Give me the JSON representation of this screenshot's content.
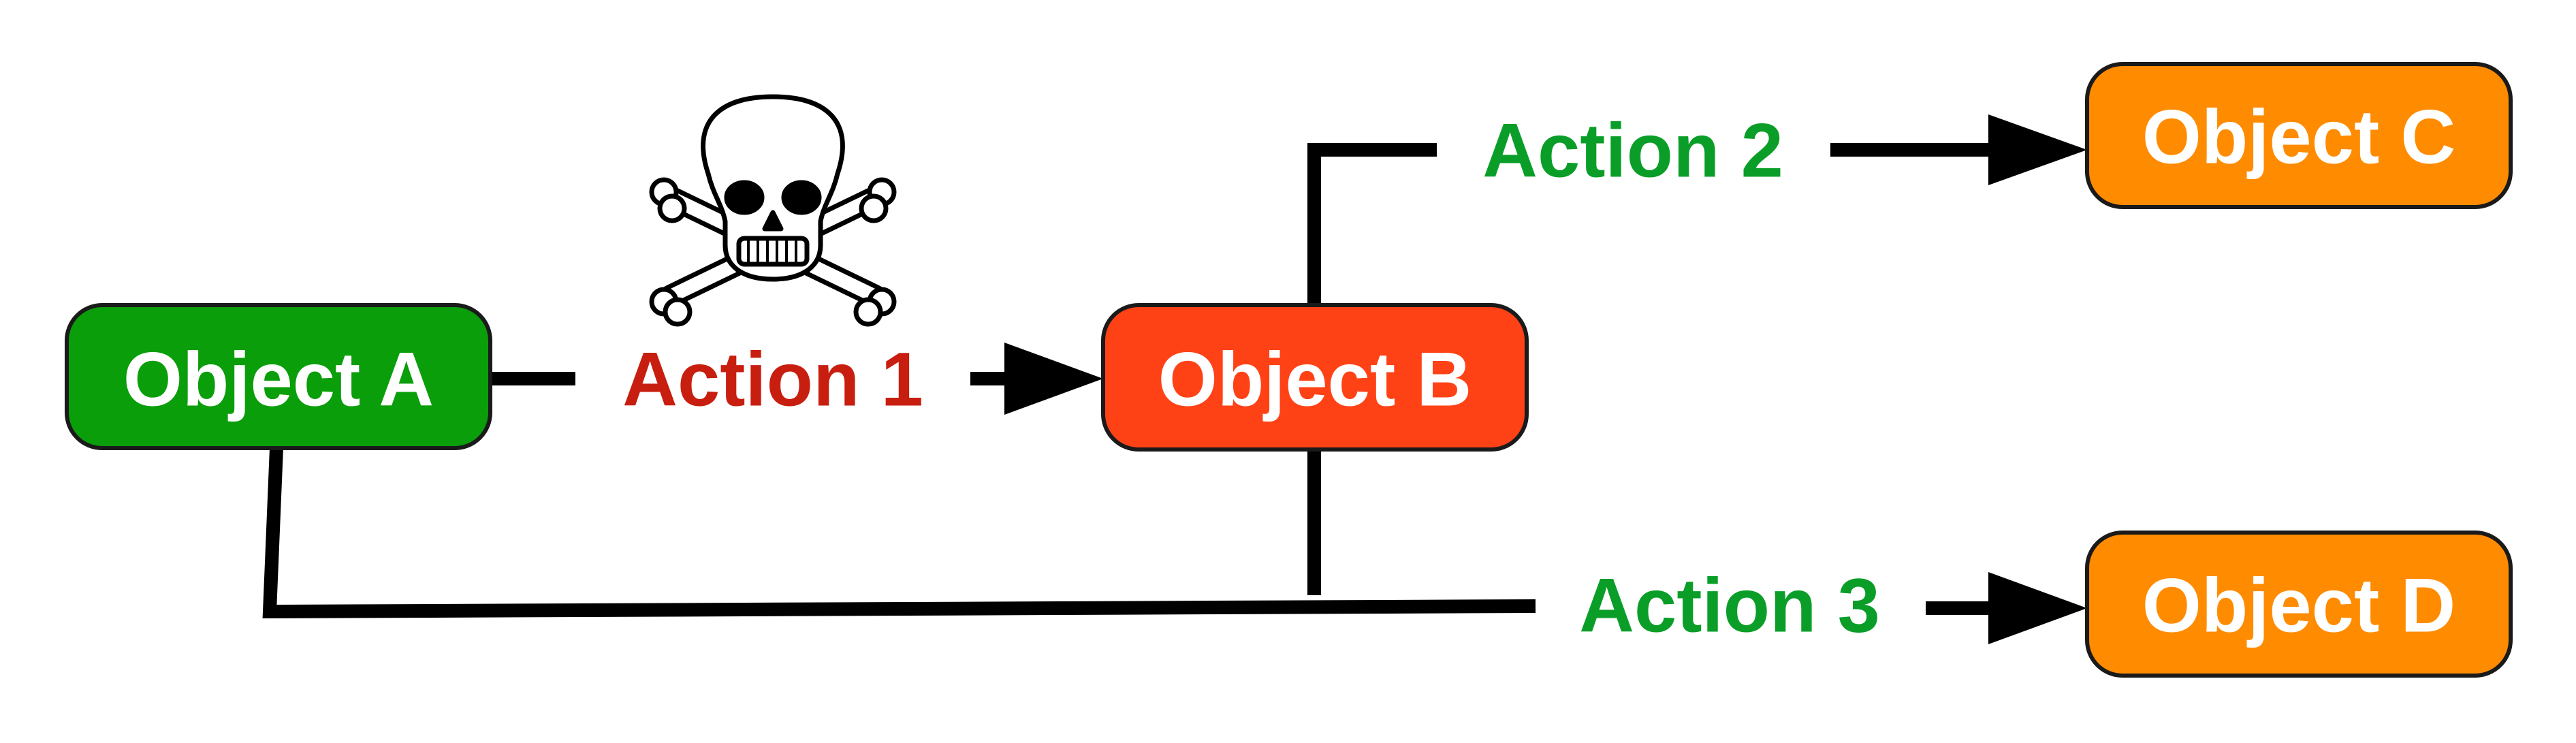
{
  "nodes": {
    "object_a": {
      "label": "Object A",
      "color": "#0a9e0a"
    },
    "object_b": {
      "label": "Object B",
      "color": "#ff4216"
    },
    "object_c": {
      "label": "Object C",
      "color": "#ff8b00"
    },
    "object_d": {
      "label": "Object D",
      "color": "#ff8b00"
    }
  },
  "actions": {
    "action_1": {
      "label": "Action 1",
      "color": "#c81e10",
      "marker_icon": "skull-and-crossbones-icon"
    },
    "action_2": {
      "label": "Action 2",
      "color": "#0a9e28"
    },
    "action_3": {
      "label": "Action 3",
      "color": "#0a9e28"
    }
  },
  "colors": {
    "line": "#000000",
    "node_border": "#1a1a1a",
    "node_text": "#ffffff"
  }
}
